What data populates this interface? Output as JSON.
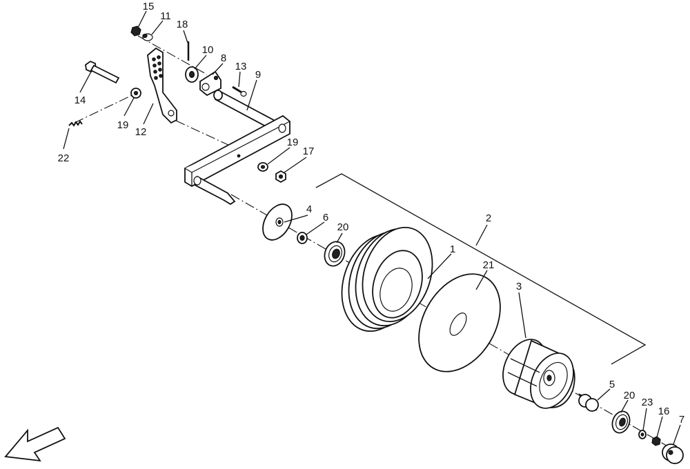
{
  "callouts": {
    "c1": "1",
    "c2": "2",
    "c3": "3",
    "c4": "4",
    "c5": "5",
    "c6": "6",
    "c7": "7",
    "c8": "8",
    "c9": "9",
    "c10": "10",
    "c11": "11",
    "c12": "12",
    "c13": "13",
    "c14": "14",
    "c15": "15",
    "c16": "16",
    "c17": "17",
    "c18": "18",
    "c19a": "19",
    "c19b": "19",
    "c20a": "20",
    "c20b": "20",
    "c21": "21",
    "c22": "22",
    "c23": "23"
  },
  "icons": {
    "direction_arrow": "arrow-down-left-icon"
  }
}
